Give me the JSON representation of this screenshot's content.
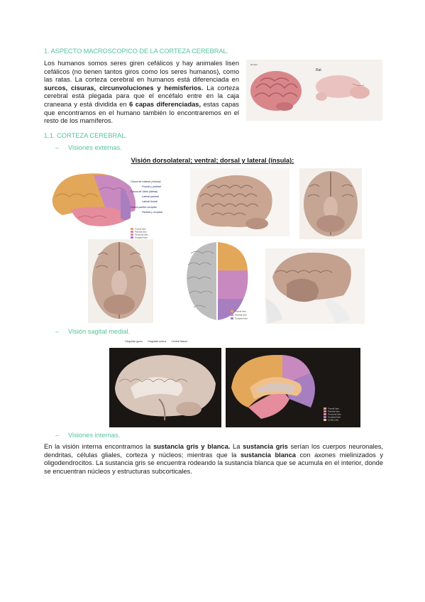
{
  "section1": {
    "heading": "1. ASPECTO MACROSCOPICO DE LA CORTEZA CEREBRAL.",
    "p1": "Los humanos somos seres giren cefálicos y hay animales lisen cefálicos (no tienen tantos giros como los seres humanos), como las ratas. La corteza cerebral en humanos está diferenciada en ",
    "b1": "surcos, cisuras, circunvoluciones y hemisferios.",
    "p2": " La corteza cerebral está plegada para que el encéfalo entre en la caja craneana y está dividida en ",
    "b2": "6 capas diferenciadas,",
    "p3": " estas capas que encontramos en el humano también lo encontraremos en el resto de los mamíferos."
  },
  "figure_top": {
    "label_rat": "Rat",
    "label_human": "Human"
  },
  "section11": {
    "heading": "1.1. CORTEZA CEREBRAL.",
    "bullet1": "Visiones externas.",
    "caption": "Visión dorsolateral; ventral; dorsal y lateral (ínsula):",
    "bullet2": "Visión sagital medial.",
    "bullet3": "Visiones internas."
  },
  "lateral_fig": {
    "labels": [
      "Cisura de rolando (central)",
      "Frontal y parietal",
      "Cisura de Silvio (lateral)",
      "Lateral parietal",
      "Lateral frontal",
      "Cisura parieto-occipital",
      "Parietal y occipital"
    ],
    "legend": [
      "Frontal lobe",
      "Parietal lobe",
      "Temporal lobe",
      "Occipital lobe"
    ]
  },
  "dorsal_fig": {
    "legend": [
      "Frontal lobe",
      "Parietal lobe",
      "Occipital lobe"
    ]
  },
  "sagittal_fig": {
    "top_labels": [
      "Cingulate gyrus",
      "Cingulate sulcus",
      "Central fissure"
    ],
    "legend": [
      "Frontal lobe",
      "Parietal lobe",
      "Temporal lobe",
      "Occipital lobe",
      "Limbic lobe"
    ]
  },
  "bottom": {
    "t1": "En la visión interna encontramos la ",
    "b1": "sustancia gris y blanca.",
    "t2": " La ",
    "b2": "sustancia gris",
    "t3": " serían los cuerpos neuronales, dendritas, células gliales, corteza y núcleos; mientras que la ",
    "b3": "sustancia blanca",
    "t4": " con axones mielinizados y oligodendrocitos. La sustancia gris se encuentra rodeando la sustancia blanca que se acumula en el interior, donde se encuentran núcleos y estructuras subcorticales."
  },
  "colors": {
    "heading": "#55c39a",
    "frontal": "#e3a75a",
    "parietal": "#c889c0",
    "temporal": "#e58c9d",
    "occipital": "#a77fc1",
    "limbic": "#f0c08a"
  }
}
